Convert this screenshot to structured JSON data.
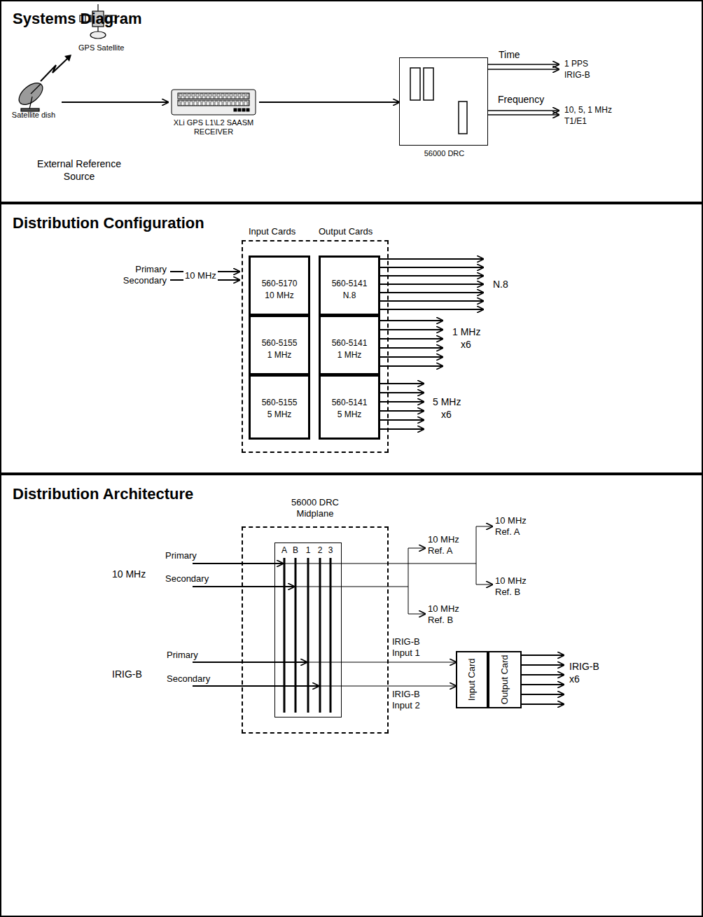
{
  "diagram": {
    "nodes": [
      {
        "text": [
          "Systems Diagram"
        ]
      },
      {
        "text": [
          "Satellite dish"
        ],
        "in": 0
      },
      {
        "text": [
          "XLi GPS L1\\L2 SAASM RECEIVER"
        ],
        "in": 0
      },
      {
        "text": [
          "56000 DRC"
        ],
        "in": 0
      },
      {
        "text": [
          "Distribution Configuration"
        ]
      },
      {
        "text": [
          "Input Cards",
          "Output Cards"
        ],
        "in": 4
      },
      {
        "text": [
          "560-5170",
          "10 MHz"
        ],
        "in": 5
      },
      {
        "text": [
          "560-5141",
          "N.8"
        ],
        "in": 5
      },
      {
        "text": [
          "560-5155",
          "1 MHz"
        ],
        "in": 5
      },
      {
        "text": [
          "560-5141",
          "1 MHz"
        ],
        "in": 5
      },
      {
        "text": [
          "560-5155",
          "5 MHz"
        ],
        "in": 5
      },
      {
        "text": [
          "560-5141",
          "5 MHz"
        ],
        "in": 5
      },
      {
        "text": [
          "Distribution Architecture"
        ]
      },
      {
        "text": [
          "56000 DRC Midplane"
        ],
        "in": 12
      },
      {
        "text": [
          "A",
          "B",
          "1",
          "2",
          "3"
        ],
        "in": 13
      },
      {
        "text": [
          "Input Card"
        ],
        "in": 12
      },
      {
        "text": [
          "Output Card"
        ],
        "in": 12
      }
    ],
    "edges": [
      {
        "from": 1,
        "to": 2,
        "arrow": "to"
      },
      {
        "from": 2,
        "to": 3,
        "arrow": "to"
      },
      {
        "from": 14,
        "to": 15,
        "label": "IRIG-B Input 1",
        "arrow": "to"
      },
      {
        "from": 14,
        "to": 15,
        "label": "IRIG-B Input 2",
        "arrow": "to"
      }
    ],
    "labels": [
      "GPS Satellite",
      "External Reference Source",
      "Time",
      "1 PPS",
      "IRIG-B",
      "Frequency",
      "10, 5, 1 MHz",
      "T1/E1",
      "Primary",
      "Secondary",
      "10 MHz",
      "N.8",
      "1 MHz",
      "x6",
      "5 MHz",
      "x6",
      "10 MHz",
      "Primary",
      "Secondary",
      "10 MHz Ref. A",
      "10 MHz Ref. B",
      "10 MHz Ref. A",
      "10 MHz Ref. B",
      "IRIG-B",
      "Primary",
      "Secondary",
      "IRIG-B x6"
    ]
  }
}
